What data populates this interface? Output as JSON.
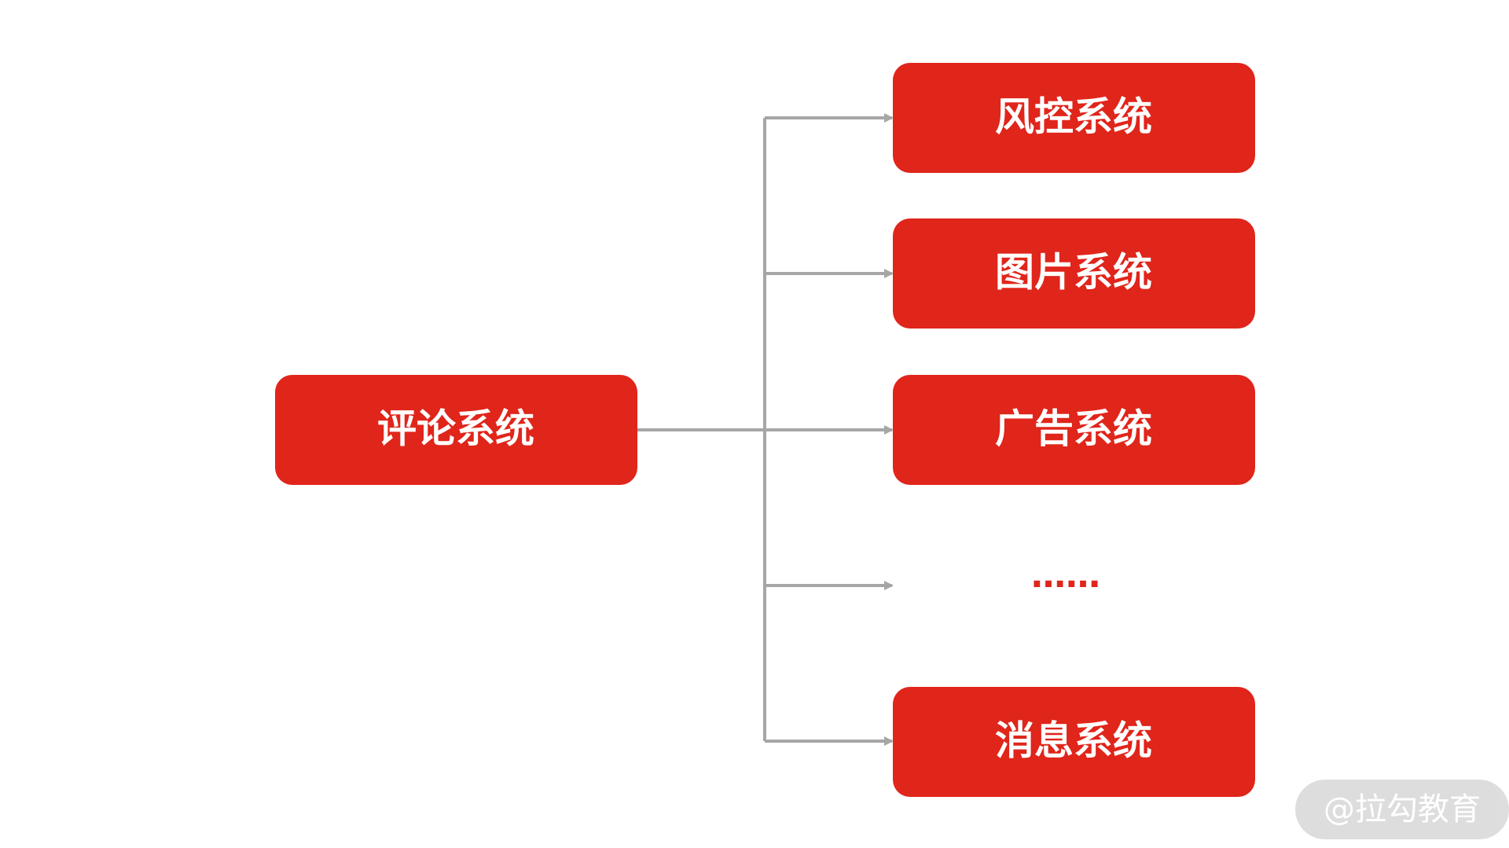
{
  "colors": {
    "node_fill": "#e0251b",
    "connector": "#a6a6a6",
    "node_text": "#ffffff",
    "ellipsis": "#e0251b"
  },
  "source": {
    "label": "评论系统"
  },
  "targets": [
    {
      "label": "风控系统"
    },
    {
      "label": "图片系统"
    },
    {
      "label": "广告系统"
    },
    {
      "label": "……"
    },
    {
      "label": "消息系统"
    }
  ],
  "watermark": {
    "text": "@拉勾教育"
  }
}
